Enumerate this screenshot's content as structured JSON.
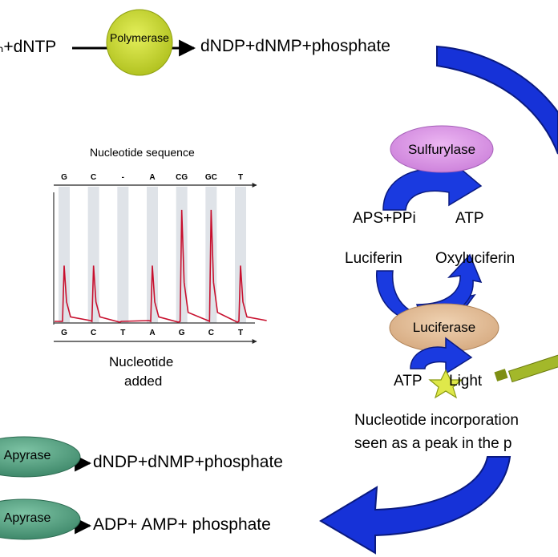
{
  "top_reaction": {
    "left_text": "ₙ+dNTP",
    "enzyme": "Polymerase",
    "products": "dNDP+dNMP+phosphate"
  },
  "sulfurylase": {
    "enzyme": "Sulfurylase",
    "reactants": "APS+PPi",
    "product": "ATP"
  },
  "luciferase": {
    "substrate": "Luciferin",
    "product": "Oxyluciferin",
    "enzyme": "Luciferase",
    "input": "ATP",
    "output": "Light"
  },
  "pyrogram": {
    "title": "Nucleotide sequence",
    "sequence_labels": [
      "G",
      "C",
      "-",
      "A",
      "CG",
      "GC",
      "T"
    ],
    "dispensed_labels": [
      "G",
      "C",
      "T",
      "A",
      "G",
      "C",
      "T"
    ],
    "xlabel_line1": "Nucleotide",
    "xlabel_line2": "added"
  },
  "chart_data": {
    "type": "line",
    "title": "Nucleotide sequence",
    "xlabel": "Nucleotide added",
    "categories": [
      "G",
      "C",
      "T",
      "A",
      "G",
      "C",
      "T"
    ],
    "top_labels": [
      "G",
      "C",
      "-",
      "A",
      "CG",
      "GC",
      "T"
    ],
    "values": [
      1,
      1,
      0,
      1,
      2,
      2,
      1
    ],
    "ylim": [
      0,
      2.2
    ],
    "colors": {
      "trace": "#c8102e",
      "band": "#dfe3e8"
    }
  },
  "caption": {
    "line1": "Nucleotide incorporation",
    "line2": "seen as a peak in the p"
  },
  "apyrase": {
    "enzyme1": "Apyrase",
    "products1": "dNDP+dNMP+phosphate",
    "enzyme2": "Apyrase",
    "products2": "ADP+ AMP+ phosphate"
  },
  "colors": {
    "polymerase": "#c2d62a",
    "sulfurylase": "#d98fe6",
    "luciferase": "#e0b890",
    "apyrase": "#4f9a7d",
    "arrow_blue": "#1632d8",
    "light_green": "#a3b82a",
    "star": "#dfe84a"
  }
}
